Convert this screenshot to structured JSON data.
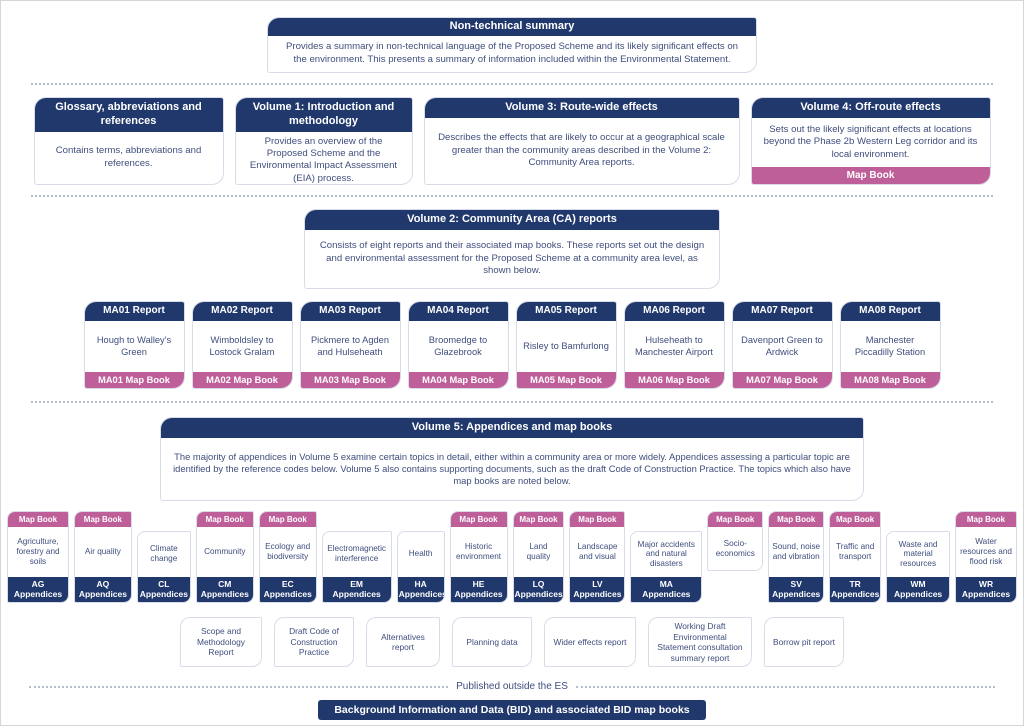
{
  "colors": {
    "navy": "#21386d",
    "pink": "#bf5f9a",
    "body_text": "#3f4e7d",
    "box_border": "#d8dce8"
  },
  "non_technical_summary": {
    "title": "Non-technical summary",
    "body": "Provides a summary in non-technical language of the Proposed Scheme and its likely significant effects on the environment. This presents a summary of information included within the Environmental Statement."
  },
  "top_row": [
    {
      "title": "Glossary, abbreviations and references",
      "body": "Contains terms, abbreviations and references."
    },
    {
      "title": "Volume 1: Introduction and methodology",
      "body": "Provides an overview of the Proposed Scheme and the Environmental Impact Assessment (EIA) process."
    },
    {
      "title": "Volume 3: Route-wide effects",
      "body": "Describes the effects that are likely to occur at a geographical scale greater than the community areas described in the Volume 2: Community Area reports."
    },
    {
      "title": "Volume 4: Off-route effects",
      "body": "Sets out the likely significant effects at locations beyond the Phase 2b Western Leg corridor and its local environment.",
      "map_book": "Map Book"
    }
  ],
  "volume2": {
    "title": "Volume 2: Community Area (CA) reports",
    "body": "Consists of eight reports and their associated map books. These reports set out the design and environmental assessment for the Proposed Scheme at a community area level, as shown below."
  },
  "ma_reports": [
    {
      "report": "MA01 Report",
      "area": "Hough to Walley's Green",
      "map_book": "MA01 Map Book"
    },
    {
      "report": "MA02 Report",
      "area": "Wimboldsley to Lostock Gralam",
      "map_book": "MA02 Map Book"
    },
    {
      "report": "MA03 Report",
      "area": "Pickmere to Agden and Hulseheath",
      "map_book": "MA03 Map Book"
    },
    {
      "report": "MA04 Report",
      "area": "Broomedge to Glazebrook",
      "map_book": "MA04 Map Book"
    },
    {
      "report": "MA05 Report",
      "area": "Risley to Bamfurlong",
      "map_book": "MA05 Map Book"
    },
    {
      "report": "MA06 Report",
      "area": "Hulseheath to Manchester Airport",
      "map_book": "MA06 Map Book"
    },
    {
      "report": "MA07 Report",
      "area": "Davenport Green to Ardwick",
      "map_book": "MA07 Map Book"
    },
    {
      "report": "MA08 Report",
      "area": "Manchester Piccadilly Station",
      "map_book": "MA08 Map Book"
    }
  ],
  "volume5": {
    "title": "Volume 5: Appendices and map books",
    "body": "The majority of appendices in Volume 5 examine certain topics in detail, either within a community area or more widely. Appendices assessing a particular topic are identified by the reference codes below. Volume 5 also contains supporting documents, such as the draft Code of Construction Practice. The topics which also have map books are noted below."
  },
  "map_book_tab": "Map Book",
  "appendices": [
    {
      "map_book": "Map Book",
      "topic": "Agriculture, forestry and soils",
      "code": "AG",
      "label": "Appendices"
    },
    {
      "map_book": "Map Book",
      "topic": "Air quality",
      "code": "AQ",
      "label": "Appendices"
    },
    {
      "topic": "Climate change",
      "code": "CL",
      "label": "Appendices"
    },
    {
      "map_book": "Map Book",
      "topic": "Community",
      "code": "CM",
      "label": "Appendices"
    },
    {
      "map_book": "Map Book",
      "topic": "Ecology and biodiversity",
      "code": "EC",
      "label": "Appendices"
    },
    {
      "topic": "Electromagnetic interference",
      "code": "EM",
      "label": "Appendices"
    },
    {
      "topic": "Health",
      "code": "HA",
      "label": "Appendices"
    },
    {
      "map_book": "Map Book",
      "topic": "Historic environment",
      "code": "HE",
      "label": "Appendices"
    },
    {
      "map_book": "Map Book",
      "topic": "Land quality",
      "code": "LQ",
      "label": "Appendices"
    },
    {
      "map_book": "Map Book",
      "topic": "Landscape and visual",
      "code": "LV",
      "label": "Appendices"
    },
    {
      "topic": "Major accidents and natural disasters",
      "code": "MA",
      "label": "Appendices"
    },
    {
      "map_book": "Map Book",
      "topic": "Socio-economics"
    },
    {
      "map_book": "Map Book",
      "topic": "Sound, noise and vibration",
      "code": "SV",
      "label": "Appendices"
    },
    {
      "map_book": "Map Book",
      "topic": "Traffic and transport",
      "code": "TR",
      "label": "Appendices"
    },
    {
      "topic": "Waste and material resources",
      "code": "WM",
      "label": "Appendices"
    },
    {
      "map_book": "Map Book",
      "topic": "Water resources and flood risk",
      "code": "WR",
      "label": "Appendices"
    }
  ],
  "supporting_documents": [
    "Scope and Methodology Report",
    "Draft Code of Construction Practice",
    "Alternatives report",
    "Planning data",
    "Wider effects report",
    "Working Draft Environmental Statement consultation summary report",
    "Borrow pit report"
  ],
  "published_outside_label": "Published outside the ES",
  "bid_bar_label": "Background Information and Data (BID) and associated BID map books"
}
